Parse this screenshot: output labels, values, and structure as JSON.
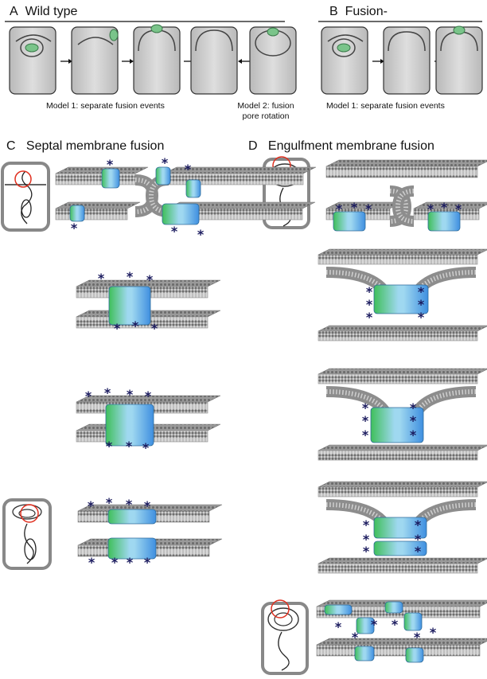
{
  "figure": {
    "panelA": {
      "letter": "A",
      "title": "Wild type"
    },
    "panelB": {
      "letter": "B",
      "title": "Fusion-"
    },
    "panelC": {
      "letter": "C",
      "title": "Septal membrane fusion"
    },
    "panelD": {
      "letter": "D",
      "title": "Engulfment membrane fusion"
    },
    "captions": {
      "a_model1": "Model 1:  separate fusion events",
      "a_model2_line1": "Model 2: fusion",
      "a_model2_line2": "pore rotation",
      "b_model1": "Model 1:  separate fusion events"
    }
  },
  "colors": {
    "membrane": "#8a8a8a",
    "membrane_dark": "#5e5e5e",
    "cell_fill": "#cfcfcf",
    "cell_stroke": "#3a3a3a",
    "protein_green": "#3fbf5a",
    "protein_blue": "#3f8fe0",
    "asterisk": "#1a1a5e",
    "highlight_circle": "#e03020"
  }
}
